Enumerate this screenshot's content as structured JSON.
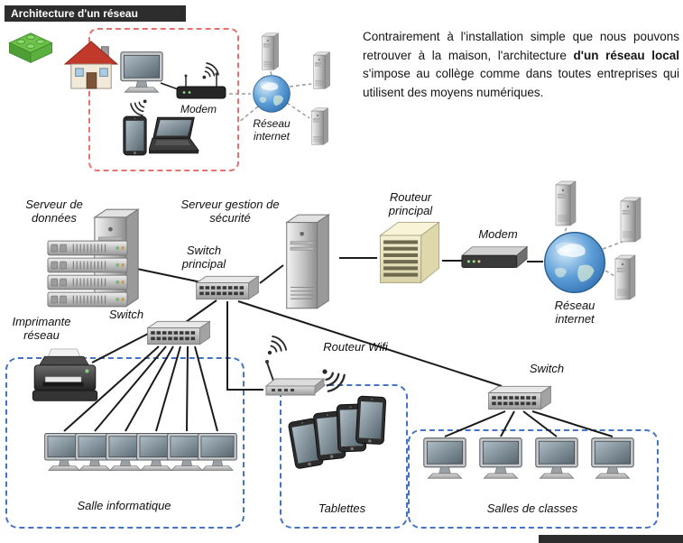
{
  "header": {
    "title": "Architecture d'un réseau"
  },
  "intro": {
    "text_before": "Contrairement à l'installation simple que nous pouvons retrouver à la maison, l'architecture ",
    "text_bold": "d'un réseau local",
    "text_after": " s'impose au collège comme dans toutes entreprises qui utilisent des moyens numériques."
  },
  "home_network": {
    "modem_label": "Modem",
    "internet_label": "Réseau internet"
  },
  "network": {
    "data_server_label": "Serveur de données",
    "security_server_label": "Serveur gestion de sécurité",
    "main_switch_label": "Switch principal",
    "main_router_label": "Routeur principal",
    "modem_label": "Modem",
    "internet_label": "Réseau internet",
    "left_switch_label": "Switch",
    "printer_label": "Imprimante réseau",
    "wifi_router_label": "Routeur Wifi",
    "right_switch_label": "Switch",
    "computer_room_label": "Salle informatique",
    "tablets_label": "Tablettes",
    "classrooms_label": "Salles de classes"
  },
  "colors": {
    "title_bar_bg": "#2d2d2d",
    "home_box_border": "#e4736e",
    "zone_box_border": "#4472c4"
  },
  "icons": [
    "lego-brick-icon",
    "house-icon",
    "monitor-icon",
    "modem-icon",
    "wifi-signal-icon",
    "tablet-icon",
    "laptop-icon",
    "globe-icon",
    "server-tower-icon",
    "rack-server-icon",
    "switch-icon",
    "router-icon",
    "printer-icon",
    "wifi-router-icon"
  ]
}
